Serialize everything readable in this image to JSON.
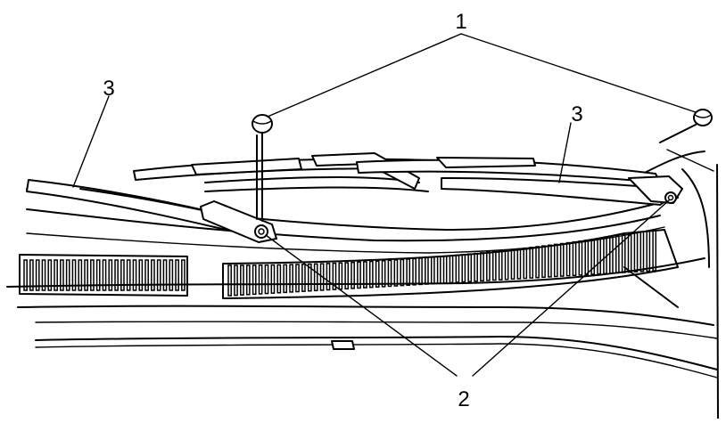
{
  "callouts": [
    {
      "id": "1",
      "label": "1"
    },
    {
      "id": "2",
      "label": "2"
    },
    {
      "id": "3a",
      "label": "3"
    },
    {
      "id": "3b",
      "label": "3"
    }
  ],
  "colors": {
    "line": "#000000",
    "background": "#ffffff"
  }
}
